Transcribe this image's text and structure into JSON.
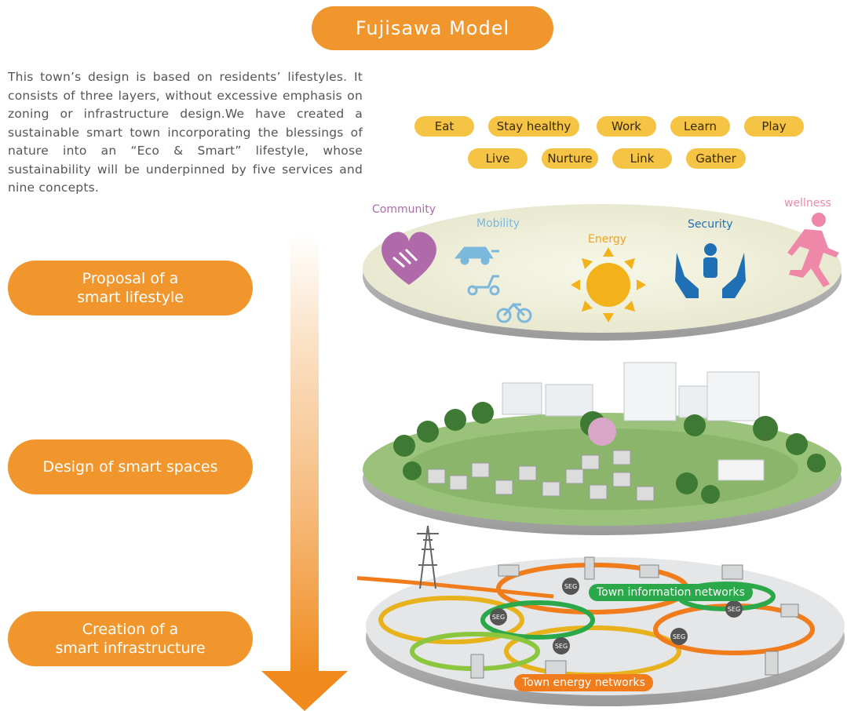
{
  "title": "Fujisawa Model",
  "intro": "This town’s design is based on residents’ lifestyles. It consists of three layers, without excessive emphasis on zoning or infrastructure design.We have created a sustainable smart town incorporating the blessings of nature into an “Eco & Smart” lifestyle, whose sustainability will be underpinned by five services and nine concepts.",
  "layers": [
    {
      "label": "Proposal of a\nsmart lifestyle"
    },
    {
      "label": "Design of smart spaces"
    },
    {
      "label": "Creation of a\nsmart infrastructure"
    }
  ],
  "concepts": [
    "Eat",
    "Stay healthy",
    "Work",
    "Learn",
    "Play",
    "Live",
    "Nurture",
    "Link",
    "Gather"
  ],
  "services": [
    {
      "label": "Community",
      "color": "#b06aaa",
      "icon": "handshake-heart-icon"
    },
    {
      "label": "Mobility",
      "color": "#7cb8dc",
      "icon": "ev-car-scooter-bike-icon"
    },
    {
      "label": "Energy",
      "color": "#f0a31c",
      "icon": "sun-icon"
    },
    {
      "label": "Security",
      "color": "#1f6fb4",
      "icon": "hands-person-icon"
    },
    {
      "label": "wellness",
      "color": "#ef88a8",
      "icon": "running-person-icon"
    }
  ],
  "networks": {
    "information": "Town information networks",
    "energy": "Town energy networks",
    "node_label": "SEG"
  },
  "colors": {
    "accent": "#f0962d",
    "tag": "#f6c445",
    "info_network": "#2aa84a",
    "energy_network": "#f07c1c"
  }
}
